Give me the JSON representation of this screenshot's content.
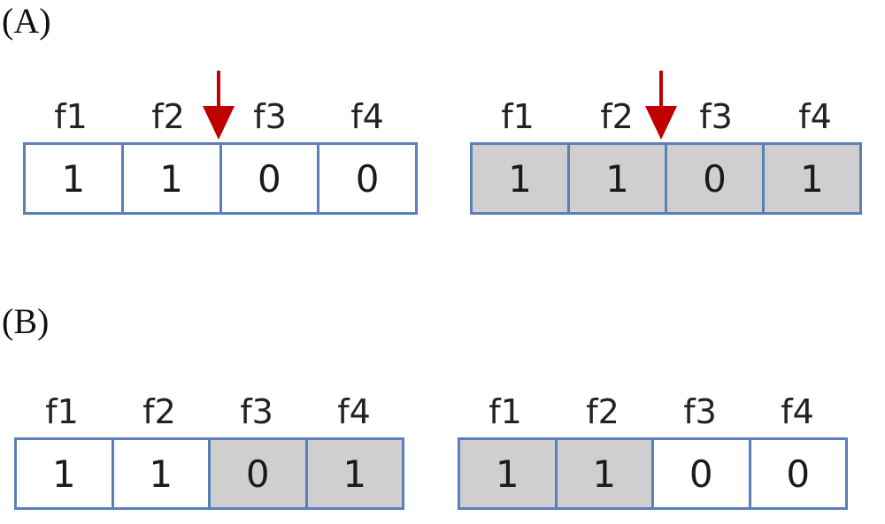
{
  "sections": [
    {
      "label": "(A)",
      "chromosomes": [
        {
          "headers": [
            "f1",
            "f2",
            "f3",
            "f4"
          ],
          "genes": [
            "1",
            "1",
            "0",
            "0"
          ],
          "shaded": [
            false,
            false,
            false,
            false
          ],
          "crossover_after": 2
        },
        {
          "headers": [
            "f1",
            "f2",
            "f3",
            "f4"
          ],
          "genes": [
            "1",
            "1",
            "0",
            "1"
          ],
          "shaded": [
            true,
            true,
            true,
            true
          ],
          "crossover_after": 2
        }
      ]
    },
    {
      "label": "(B)",
      "chromosomes": [
        {
          "headers": [
            "f1",
            "f2",
            "f3",
            "f4"
          ],
          "genes": [
            "1",
            "1",
            "0",
            "1"
          ],
          "shaded": [
            false,
            false,
            true,
            true
          ]
        },
        {
          "headers": [
            "f1",
            "f2",
            "f3",
            "f4"
          ],
          "genes": [
            "1",
            "1",
            "0",
            "0"
          ],
          "shaded": [
            true,
            true,
            false,
            false
          ]
        }
      ]
    }
  ],
  "colors": {
    "border": "#5b7fb9",
    "shade": "#d0cece",
    "arrow": "#c00000"
  },
  "icons": {
    "crossover_marker": "arrow-down-icon"
  }
}
